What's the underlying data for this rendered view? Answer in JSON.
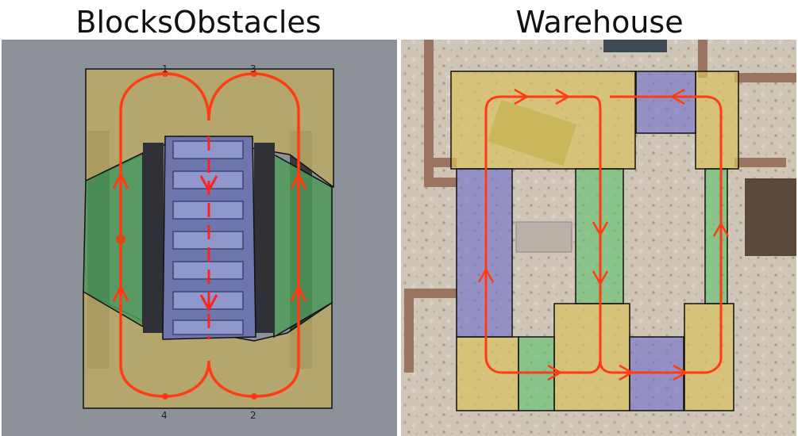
{
  "panels": {
    "left_title": "BlocksObstacles",
    "right_title": "Warehouse"
  },
  "waypoints": [
    "1",
    "3",
    "4",
    "2"
  ],
  "colors": {
    "yellow_zone": "#c9b66a",
    "green_zone": "#4f9a5a",
    "blue_zone": "#7f7fc6",
    "path": "#ff3b14",
    "ground_left": "#8a8e98"
  }
}
